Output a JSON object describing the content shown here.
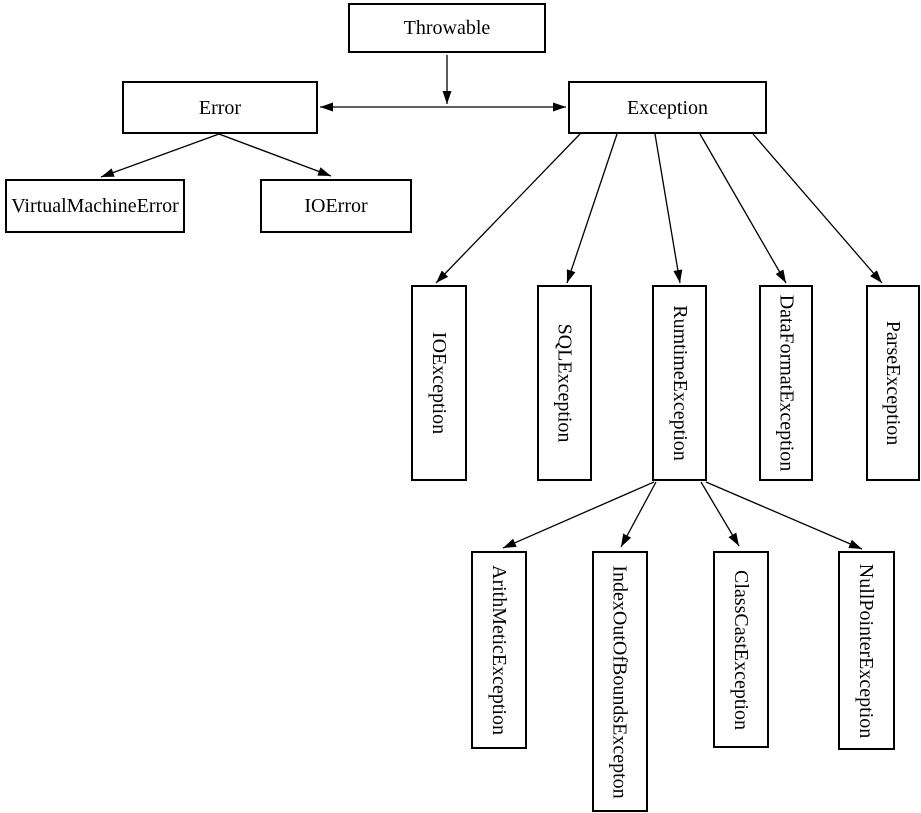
{
  "diagram": {
    "colors": {
      "background": "#ffffff",
      "box_border": "#000000",
      "line": "#000000",
      "text": "#000000"
    },
    "nodes": {
      "throwable": {
        "label": "Throwable"
      },
      "error": {
        "label": "Error"
      },
      "exception": {
        "label": "Exception"
      },
      "virtual_machine_error": {
        "label": "VirtualMachineError"
      },
      "io_error": {
        "label": "IOError"
      },
      "io_exception": {
        "label": "IOException"
      },
      "sql_exception": {
        "label": "SQLException"
      },
      "runtime_exception": {
        "label": "RumtimeException"
      },
      "data_format_exception": {
        "label": "DataFormatException"
      },
      "parse_exception": {
        "label": "ParseException"
      },
      "arithmetic_exception": {
        "label": "ArithMeticException"
      },
      "index_out_of_bounds_exception": {
        "label": "IndexOutOfBoundsExcepton"
      },
      "class_cast_exception": {
        "label": "ClassCastException"
      },
      "null_pointer_exception": {
        "label": "NullPointerException"
      }
    },
    "edges": [
      {
        "from": "throwable",
        "to": "error_exception_link",
        "arrow": "single"
      },
      {
        "from": "error",
        "to": "exception",
        "arrow": "double"
      },
      {
        "from": "error",
        "to": "virtual_machine_error",
        "arrow": "single"
      },
      {
        "from": "error",
        "to": "io_error",
        "arrow": "single"
      },
      {
        "from": "exception",
        "to": "io_exception",
        "arrow": "single"
      },
      {
        "from": "exception",
        "to": "sql_exception",
        "arrow": "single"
      },
      {
        "from": "exception",
        "to": "runtime_exception",
        "arrow": "single"
      },
      {
        "from": "exception",
        "to": "data_format_exception",
        "arrow": "single"
      },
      {
        "from": "exception",
        "to": "parse_exception",
        "arrow": "single"
      },
      {
        "from": "runtime_exception",
        "to": "arithmetic_exception",
        "arrow": "single"
      },
      {
        "from": "runtime_exception",
        "to": "index_out_of_bounds_exception",
        "arrow": "single"
      },
      {
        "from": "runtime_exception",
        "to": "class_cast_exception",
        "arrow": "single"
      },
      {
        "from": "runtime_exception",
        "to": "null_pointer_exception",
        "arrow": "single"
      }
    ]
  }
}
